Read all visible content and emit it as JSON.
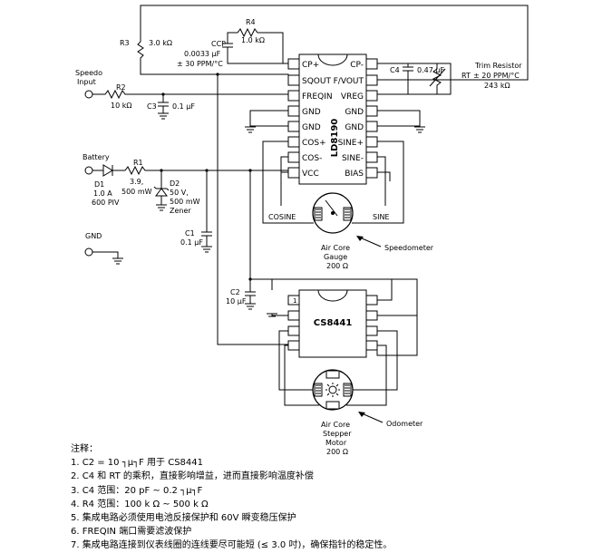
{
  "schematic": {
    "u1": {
      "name": "LD8190",
      "left_pins": [
        "CP+",
        "SQOUT",
        "FREQIN",
        "GND",
        "GND",
        "COS+",
        "COS-",
        "VCC"
      ],
      "right_pins": [
        "CP-",
        "F/VOUT",
        "VREG",
        "GND",
        "GND",
        "SINE+",
        "SINE-",
        "BIAS"
      ]
    },
    "u2": {
      "name": "CS8441"
    },
    "components": {
      "r3": {
        "ref": "R3",
        "value": "3.0 kΩ"
      },
      "r4": {
        "ref": "R4",
        "value": "1.0 kΩ"
      },
      "ccp": {
        "ref": "CCP",
        "value1": "0.0033 μF",
        "value2": "± 30 PPM/°C"
      },
      "c4": {
        "ref": "C4",
        "value": "0.47 μF"
      },
      "rt": {
        "ref": "RT",
        "label": "Trim Resistor",
        "value1": "± 20 PPM/°C",
        "value2": "243 kΩ"
      },
      "speedo_input": {
        "line1": "Speedo",
        "line2": "Input"
      },
      "r2": {
        "ref": "R2",
        "value": "10 kΩ"
      },
      "c3": {
        "ref": "C3",
        "value": "0.1 μF"
      },
      "battery": "Battery",
      "d1": {
        "ref": "D1",
        "value1": "1.0 A",
        "value2": "600 PIV"
      },
      "r1": {
        "ref": "R1",
        "value1": "3.9,",
        "value2": "500 mW"
      },
      "d2": {
        "ref": "D2",
        "value1": "50 V,",
        "value2": "500 mW",
        "value3": "Zener"
      },
      "c1": {
        "ref": "C1",
        "value": "0.1 μF"
      },
      "gnd": "GND",
      "c2": {
        "ref": "C2",
        "value": "10 μF"
      },
      "gauge": {
        "cosine": "COSINE",
        "sine": "SINE",
        "line1": "Air Core",
        "line2": "Gauge",
        "line3": "200 Ω",
        "callout": "Speedometer"
      },
      "motor": {
        "line1": "Air Core",
        "line2": "Stepper",
        "line3": "Motor",
        "line4": "200 Ω",
        "callout": "Odometer"
      }
    }
  },
  "notes": {
    "title": "注释：",
    "items": [
      "1. C2 = 10 ┐μ┐F 用于  CS8441",
      "2.   C4  和  RT  的乘积，直接影响增益，进而直接影响温度补偿",
      "3. C4  范围：20 pF ~ 0.2 ┐μ┐F",
      "4. R4  范围：100 k Ω ~ 500 k Ω",
      "5. 集成电路必须使用电池反接保护和 60V 瞬变稳压保护",
      "6. FREQIN 端口需要滤波保护",
      "7. 集成电路连接到仪表线圈的连线要尽可能短 (≤ 3.0 吋)，确保指针的稳定性。"
    ]
  }
}
